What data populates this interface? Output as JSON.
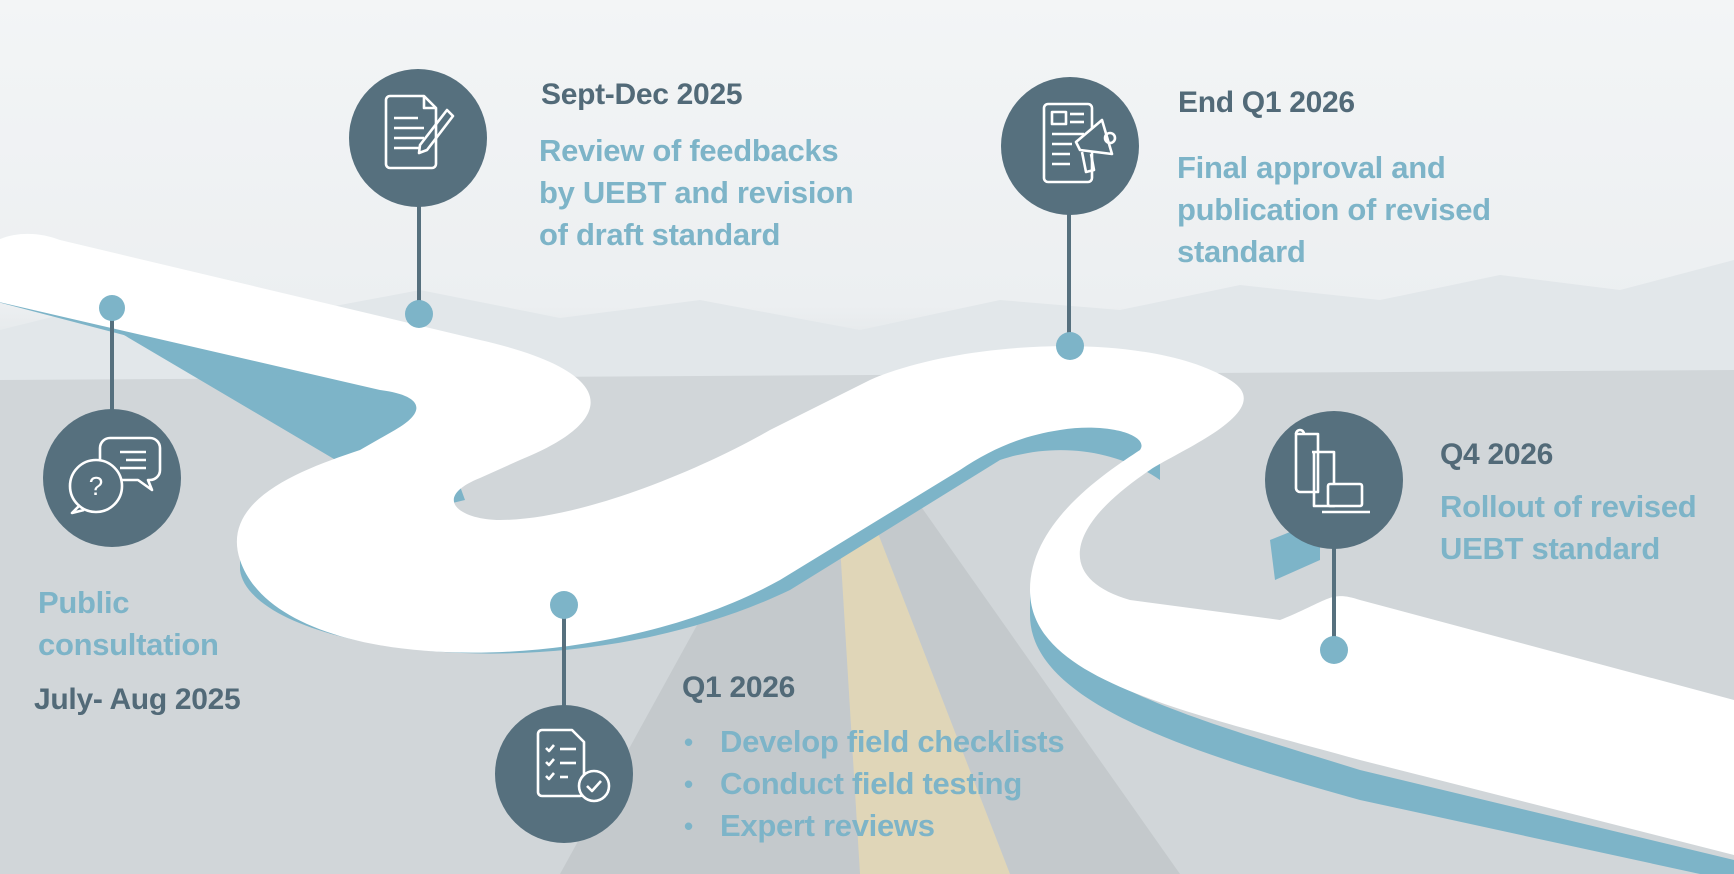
{
  "milestones": [
    {
      "id": "public-consultation",
      "icon": "chat-question-icon",
      "date": "July- Aug 2025",
      "description": [
        "Public",
        "consultation"
      ]
    },
    {
      "id": "review",
      "icon": "document-pen-icon",
      "date": "Sept-Dec 2025",
      "description": [
        "Review of feedbacks",
        "by UEBT and revision",
        "of draft standard"
      ]
    },
    {
      "id": "field-testing",
      "icon": "checklist-icon",
      "date": "Q1 2026",
      "bullets": [
        "Develop field checklists",
        "Conduct field testing",
        "Expert reviews"
      ]
    },
    {
      "id": "final-approval",
      "icon": "publication-megaphone-icon",
      "date": "End Q1 2026",
      "description": [
        "Final approval and",
        "publication of revised",
        "standard"
      ]
    },
    {
      "id": "rollout",
      "icon": "scrolls-laptop-icon",
      "date": "Q4 2026",
      "description": [
        "Rollout of revised",
        "UEBT standard"
      ]
    }
  ],
  "colors": {
    "road": "#ffffff",
    "road_edge": "#7db4c8",
    "circle": "#56707e",
    "date_text": "#526a78",
    "description_text": "#7db4c8",
    "background_sky": "#eef1f3",
    "background_ground": "#cdd3d7"
  }
}
